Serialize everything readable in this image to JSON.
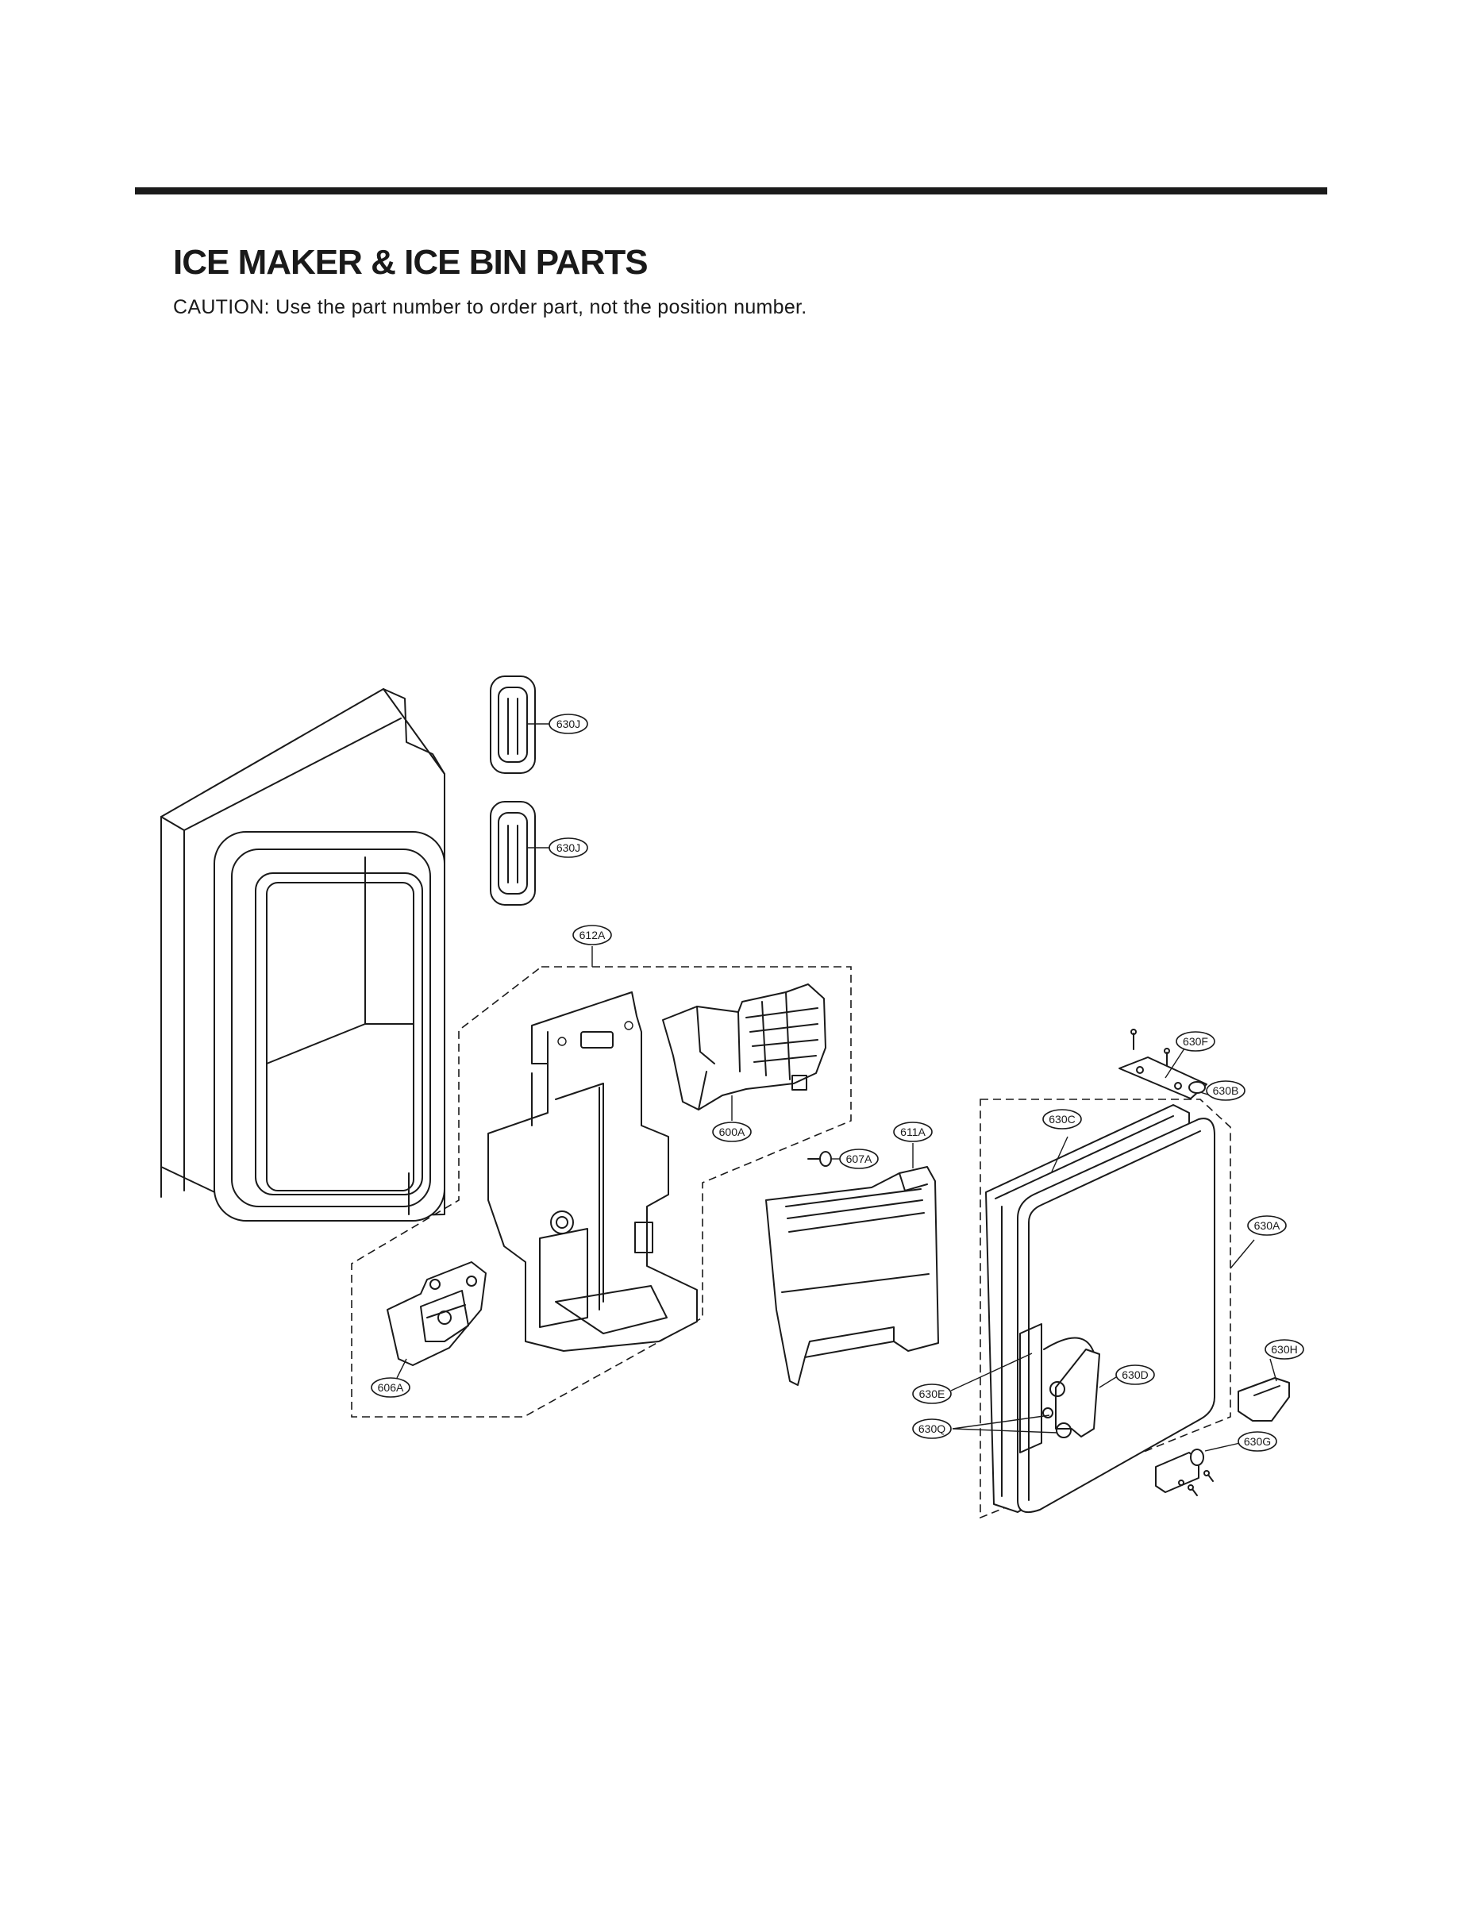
{
  "header": {
    "title": "ICE MAKER & ICE BIN PARTS",
    "caution": "CAUTION: Use the part number to order part, not the position number."
  },
  "labels": {
    "l630J_top": "630J",
    "l630J_bottom": "630J",
    "l612A": "612A",
    "l600A": "600A",
    "l607A": "607A",
    "l611A": "611A",
    "l606A": "606A",
    "l630F": "630F",
    "l630B": "630B",
    "l630C": "630C",
    "l630A": "630A",
    "l630H": "630H",
    "l630D": "630D",
    "l630E": "630E",
    "l630Q": "630Q",
    "l630G": "630G"
  }
}
